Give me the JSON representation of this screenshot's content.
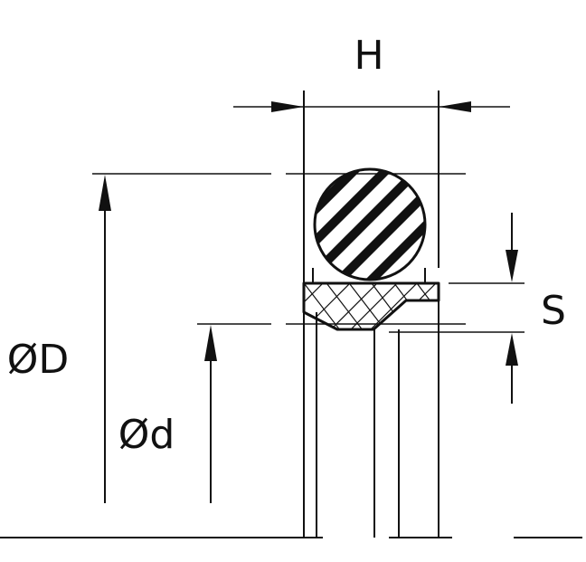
{
  "labels": {
    "width": "H",
    "outer_diameter": "ØD",
    "inner_diameter": "Ød",
    "section": "S"
  },
  "colors": {
    "line": "#111111",
    "background": "#ffffff"
  }
}
